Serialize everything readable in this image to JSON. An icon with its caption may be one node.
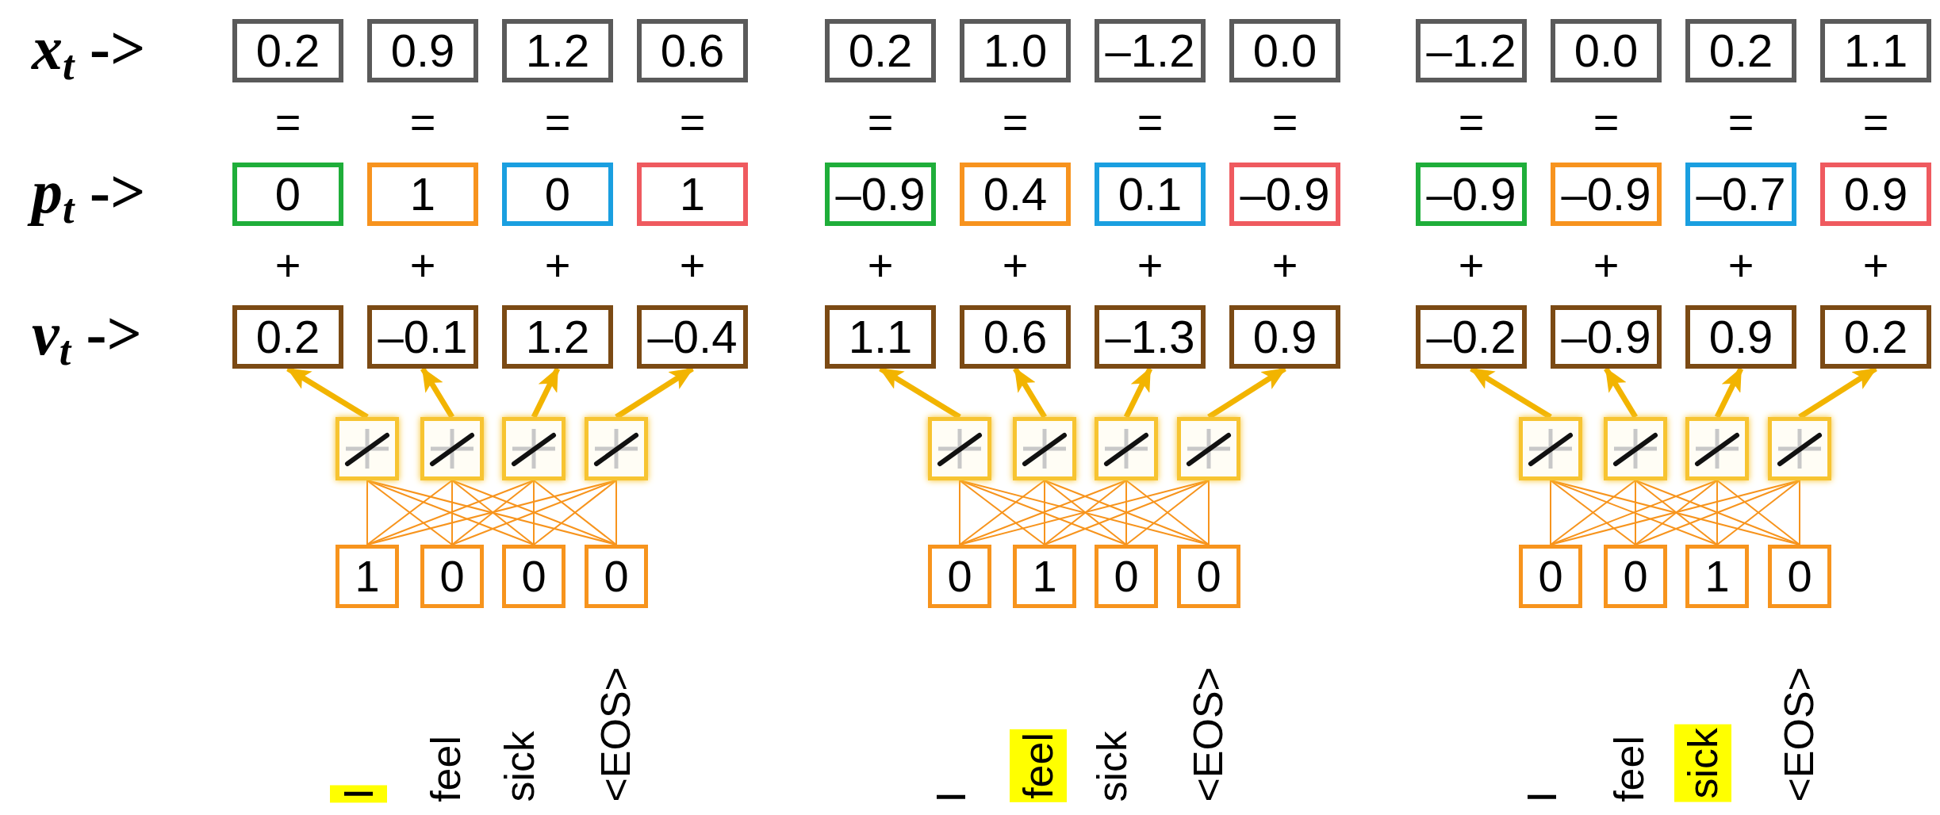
{
  "diagram": {
    "nodes": [
      {
        "text": [
          "0.2"
        ]
      },
      {
        "text": [
          "0.9"
        ]
      },
      {
        "text": [
          "1.2"
        ]
      },
      {
        "text": [
          "0.6"
        ]
      },
      {
        "text": [
          "0"
        ]
      },
      {
        "text": [
          "1"
        ]
      },
      {
        "text": [
          "0"
        ]
      },
      {
        "text": [
          "1"
        ]
      },
      {
        "text": [
          "0.2"
        ]
      },
      {
        "text": [
          "–0.1"
        ]
      },
      {
        "text": [
          "1.2"
        ]
      },
      {
        "text": [
          "–0.4"
        ]
      },
      {
        "text": [],
        "shape": "box"
      },
      {
        "text": [],
        "shape": "box"
      },
      {
        "text": [],
        "shape": "box"
      },
      {
        "text": [],
        "shape": "box"
      },
      {
        "text": [
          "1"
        ]
      },
      {
        "text": [
          "0"
        ]
      },
      {
        "text": [
          "0"
        ]
      },
      {
        "text": [
          "0"
        ]
      },
      {
        "text": [
          "I"
        ]
      },
      {
        "text": [
          "0.2"
        ]
      },
      {
        "text": [
          "1.0"
        ]
      },
      {
        "text": [
          "–1.2"
        ]
      },
      {
        "text": [
          "0.0"
        ]
      },
      {
        "text": [
          "–0.9"
        ]
      },
      {
        "text": [
          "0.4"
        ]
      },
      {
        "text": [
          "0.1"
        ]
      },
      {
        "text": [
          "–0.9"
        ]
      },
      {
        "text": [
          "1.1"
        ]
      },
      {
        "text": [
          "0.6"
        ]
      },
      {
        "text": [
          "–1.3"
        ]
      },
      {
        "text": [
          "0.9"
        ]
      },
      {
        "text": [],
        "shape": "box"
      },
      {
        "text": [],
        "shape": "box"
      },
      {
        "text": [],
        "shape": "box"
      },
      {
        "text": [],
        "shape": "box"
      },
      {
        "text": [
          "0"
        ]
      },
      {
        "text": [
          "1"
        ]
      },
      {
        "text": [
          "0"
        ]
      },
      {
        "text": [
          "0"
        ]
      },
      {
        "text": [
          "feel"
        ]
      },
      {
        "text": [
          "–1.2"
        ]
      },
      {
        "text": [
          "0.0"
        ]
      },
      {
        "text": [
          "0.2"
        ]
      },
      {
        "text": [
          "1.1"
        ]
      },
      {
        "text": [
          "–0.9"
        ]
      },
      {
        "text": [
          "–0.9"
        ]
      },
      {
        "text": [
          "–0.7"
        ]
      },
      {
        "text": [
          "0.9"
        ]
      },
      {
        "text": [
          "–0.2"
        ]
      },
      {
        "text": [
          "–0.9"
        ]
      },
      {
        "text": [
          "0.9"
        ]
      },
      {
        "text": [
          "0.2"
        ]
      },
      {
        "text": [],
        "shape": "box"
      },
      {
        "text": [],
        "shape": "box"
      },
      {
        "text": [],
        "shape": "box"
      },
      {
        "text": [],
        "shape": "box"
      },
      {
        "text": [
          "0"
        ]
      },
      {
        "text": [
          "0"
        ]
      },
      {
        "text": [
          "1"
        ]
      },
      {
        "text": [
          "0"
        ]
      },
      {
        "text": [
          "sick"
        ]
      }
    ],
    "edges": [
      {
        "from": 12,
        "to": 8,
        "arrow": "to",
        "style": "thick",
        "color": "#f2b400"
      },
      {
        "from": 13,
        "to": 9,
        "arrow": "to",
        "style": "thick",
        "color": "#f2b400"
      },
      {
        "from": 14,
        "to": 10,
        "arrow": "to",
        "style": "thick",
        "color": "#f2b400"
      },
      {
        "from": 15,
        "to": 11,
        "arrow": "to",
        "style": "thick",
        "color": "#f2b400"
      },
      {
        "from": 16,
        "to": 12,
        "arrow": "none"
      },
      {
        "from": 16,
        "to": 13,
        "arrow": "none"
      },
      {
        "from": 16,
        "to": 14,
        "arrow": "none"
      },
      {
        "from": 16,
        "to": 15,
        "arrow": "none"
      },
      {
        "from": 17,
        "to": 12,
        "arrow": "none"
      },
      {
        "from": 17,
        "to": 13,
        "arrow": "none"
      },
      {
        "from": 17,
        "to": 14,
        "arrow": "none"
      },
      {
        "from": 17,
        "to": 15,
        "arrow": "none"
      },
      {
        "from": 18,
        "to": 12,
        "arrow": "none"
      },
      {
        "from": 18,
        "to": 13,
        "arrow": "none"
      },
      {
        "from": 18,
        "to": 14,
        "arrow": "none"
      },
      {
        "from": 18,
        "to": 15,
        "arrow": "none"
      },
      {
        "from": 19,
        "to": 12,
        "arrow": "none"
      },
      {
        "from": 19,
        "to": 13,
        "arrow": "none"
      },
      {
        "from": 19,
        "to": 14,
        "arrow": "none"
      },
      {
        "from": 19,
        "to": 15,
        "arrow": "none"
      },
      {
        "from": 33,
        "to": 29,
        "arrow": "to",
        "style": "thick",
        "color": "#f2b400"
      },
      {
        "from": 34,
        "to": 30,
        "arrow": "to",
        "style": "thick",
        "color": "#f2b400"
      },
      {
        "from": 35,
        "to": 31,
        "arrow": "to",
        "style": "thick",
        "color": "#f2b400"
      },
      {
        "from": 36,
        "to": 32,
        "arrow": "to",
        "style": "thick",
        "color": "#f2b400"
      },
      {
        "from": 37,
        "to": 33,
        "arrow": "none"
      },
      {
        "from": 37,
        "to": 34,
        "arrow": "none"
      },
      {
        "from": 37,
        "to": 35,
        "arrow": "none"
      },
      {
        "from": 37,
        "to": 36,
        "arrow": "none"
      },
      {
        "from": 38,
        "to": 33,
        "arrow": "none"
      },
      {
        "from": 38,
        "to": 34,
        "arrow": "none"
      },
      {
        "from": 38,
        "to": 35,
        "arrow": "none"
      },
      {
        "from": 38,
        "to": 36,
        "arrow": "none"
      },
      {
        "from": 39,
        "to": 33,
        "arrow": "none"
      },
      {
        "from": 39,
        "to": 34,
        "arrow": "none"
      },
      {
        "from": 39,
        "to": 35,
        "arrow": "none"
      },
      {
        "from": 39,
        "to": 36,
        "arrow": "none"
      },
      {
        "from": 40,
        "to": 33,
        "arrow": "none"
      },
      {
        "from": 40,
        "to": 34,
        "arrow": "none"
      },
      {
        "from": 40,
        "to": 35,
        "arrow": "none"
      },
      {
        "from": 40,
        "to": 36,
        "arrow": "none"
      },
      {
        "from": 54,
        "to": 50,
        "arrow": "to",
        "style": "thick",
        "color": "#f2b400"
      },
      {
        "from": 55,
        "to": 51,
        "arrow": "to",
        "style": "thick",
        "color": "#f2b400"
      },
      {
        "from": 56,
        "to": 52,
        "arrow": "to",
        "style": "thick",
        "color": "#f2b400"
      },
      {
        "from": 57,
        "to": 53,
        "arrow": "to",
        "style": "thick",
        "color": "#f2b400"
      },
      {
        "from": 58,
        "to": 54,
        "arrow": "none"
      },
      {
        "from": 58,
        "to": 55,
        "arrow": "none"
      },
      {
        "from": 58,
        "to": 56,
        "arrow": "none"
      },
      {
        "from": 58,
        "to": 57,
        "arrow": "none"
      },
      {
        "from": 59,
        "to": 54,
        "arrow": "none"
      },
      {
        "from": 59,
        "to": 55,
        "arrow": "none"
      },
      {
        "from": 59,
        "to": 56,
        "arrow": "none"
      },
      {
        "from": 59,
        "to": 57,
        "arrow": "none"
      },
      {
        "from": 60,
        "to": 54,
        "arrow": "none"
      },
      {
        "from": 60,
        "to": 55,
        "arrow": "none"
      },
      {
        "from": 60,
        "to": 56,
        "arrow": "none"
      },
      {
        "from": 60,
        "to": 57,
        "arrow": "none"
      },
      {
        "from": 61,
        "to": 54,
        "arrow": "none"
      },
      {
        "from": 61,
        "to": 55,
        "arrow": "none"
      },
      {
        "from": 61,
        "to": 56,
        "arrow": "none"
      },
      {
        "from": 61,
        "to": 57,
        "arrow": "none"
      }
    ],
    "labels": [
      "*x*$_{t}$ ->",
      "=",
      "=",
      "=",
      "=",
      "=",
      "=",
      "=",
      "=",
      "=",
      "=",
      "=",
      "=",
      "*p*$_{t}$ ->",
      "+",
      "+",
      "+",
      "+",
      "+",
      "+",
      "+",
      "+",
      "+",
      "+",
      "+",
      "+",
      "*v*$_{t}$ ->",
      "feel",
      "sick",
      "<EOS>",
      "I",
      "sick",
      "<EOS>",
      "I",
      "feel",
      "<EOS>"
    ]
  }
}
